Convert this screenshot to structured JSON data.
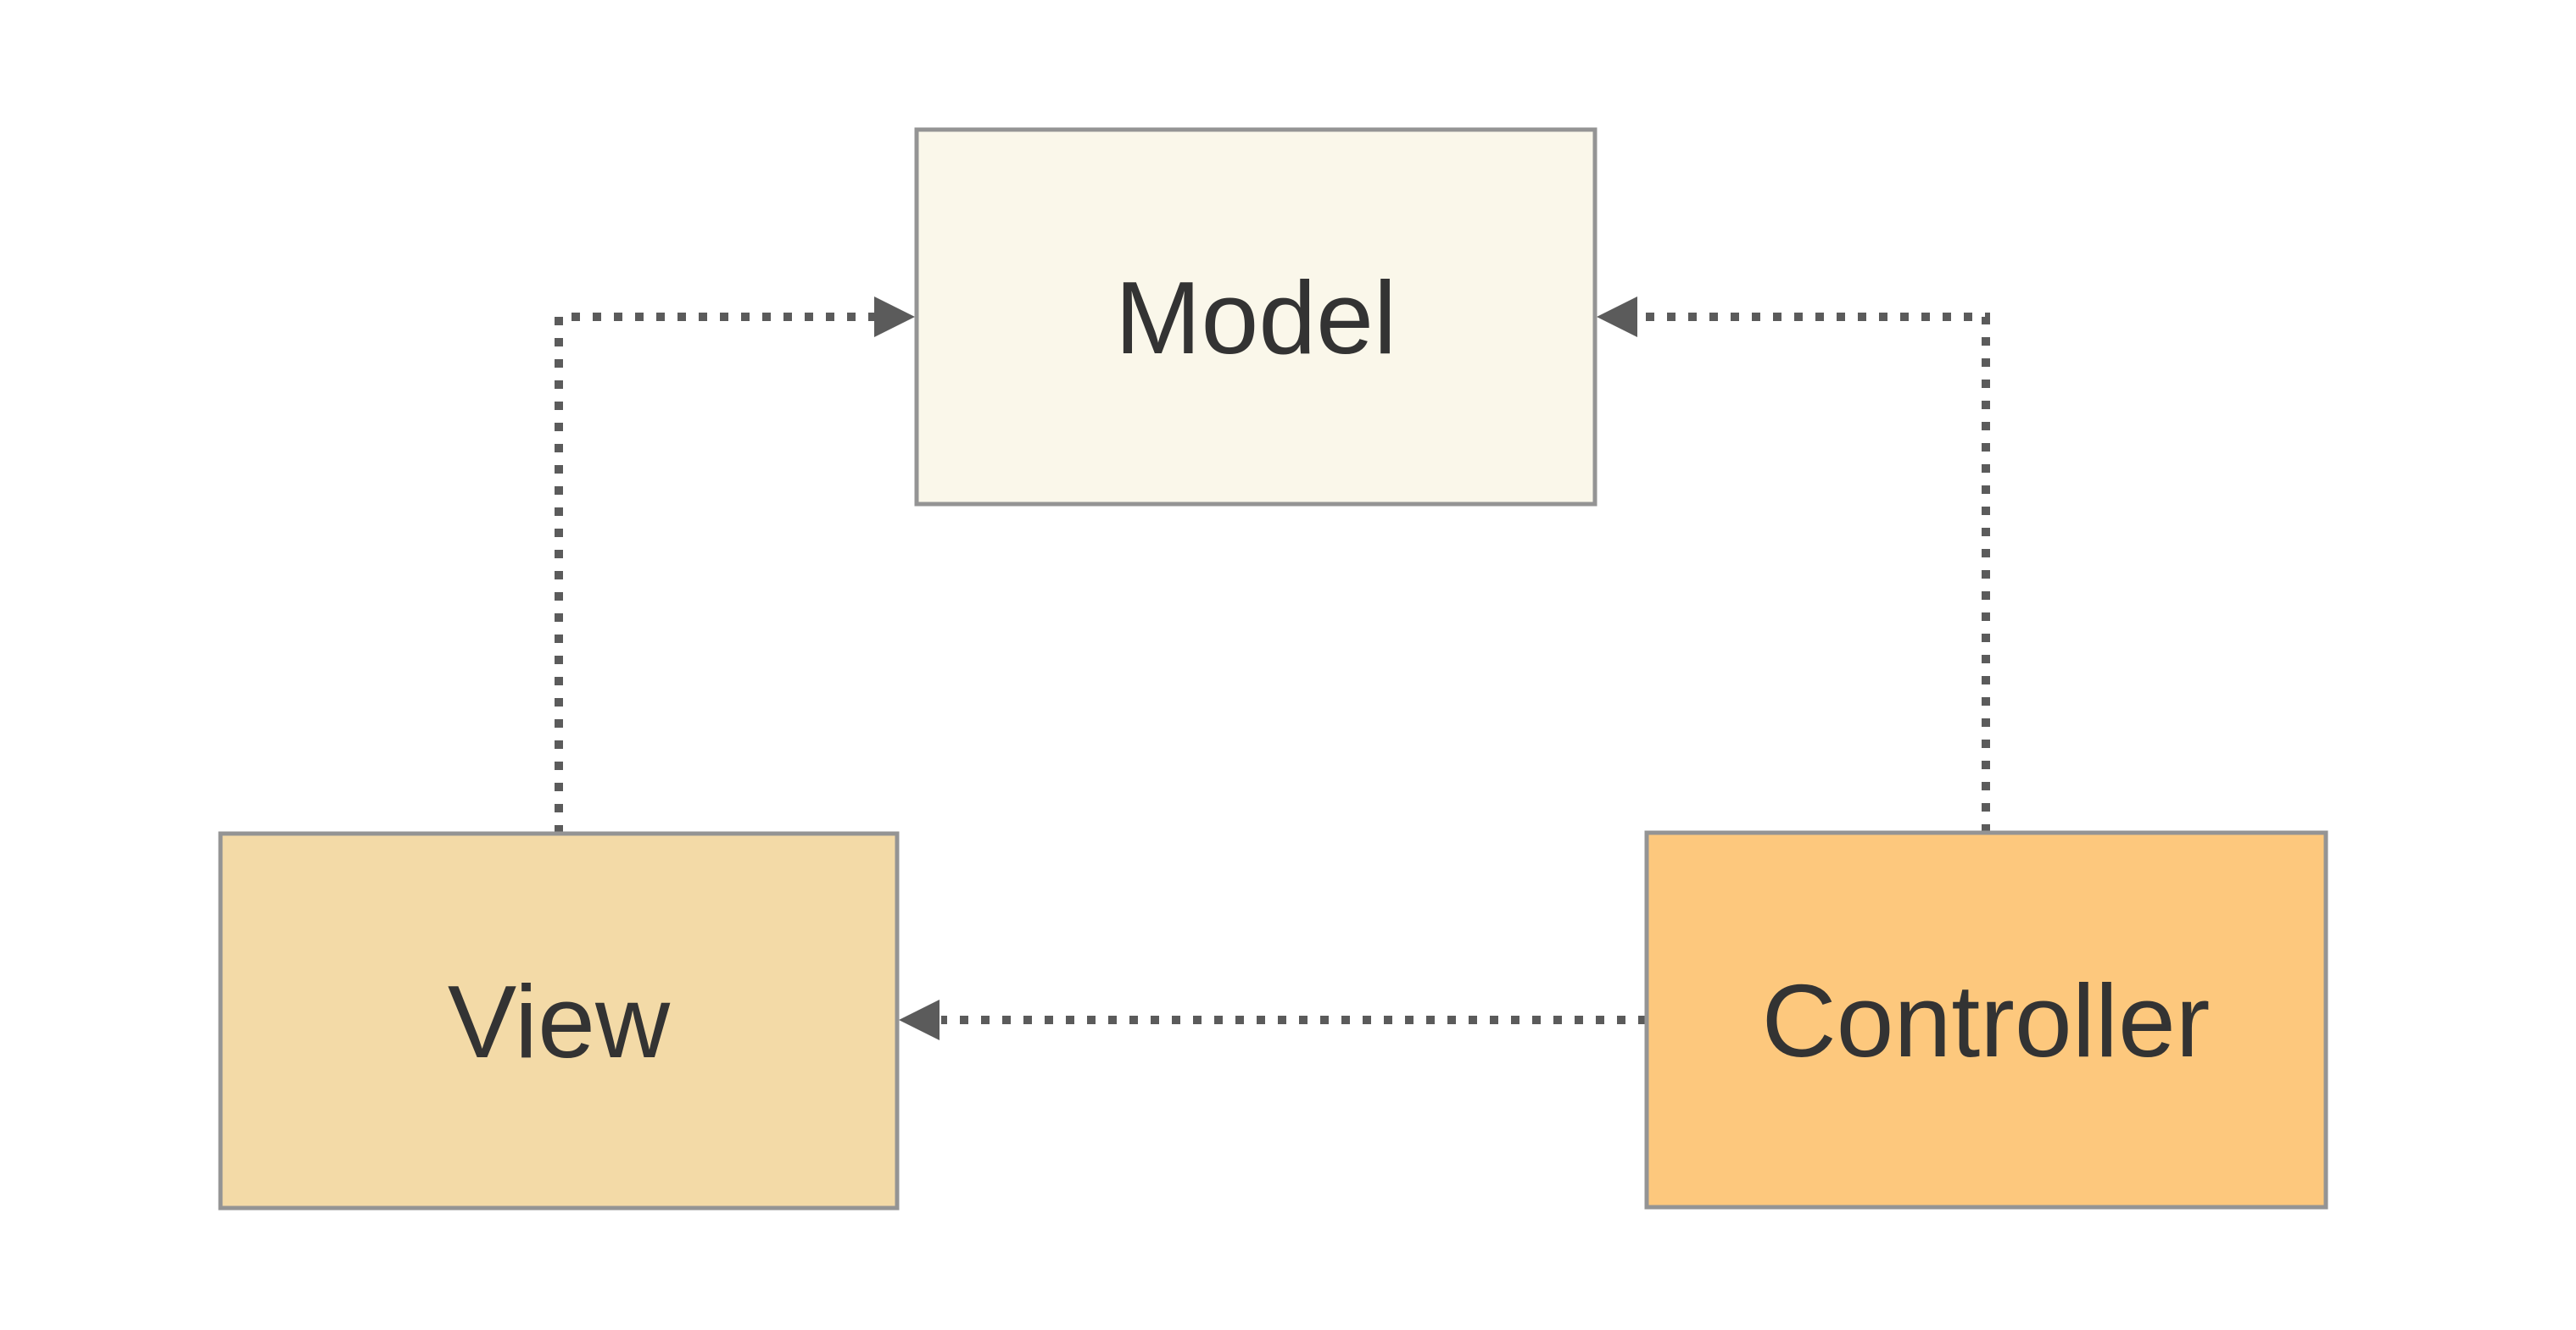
{
  "diagram": {
    "type": "mvc-architecture-diagram",
    "background_color": "#ffffff",
    "nodes": {
      "model": {
        "label": "Model",
        "fill": "#FAF7EA",
        "border_color": "#949494",
        "text_color": "#333333"
      },
      "view": {
        "label": "View",
        "fill": "#F3DAA7",
        "border_color": "#949494",
        "text_color": "#333333"
      },
      "controller": {
        "label": "Controller",
        "fill": "#FDC87D",
        "border_color": "#949494",
        "text_color": "#333333"
      }
    },
    "edges": [
      {
        "id": "view-to-model",
        "from": "View",
        "to": "Model",
        "line_style": "dotted",
        "arrow": "into-model-left-side",
        "color": "#5B5B5B"
      },
      {
        "id": "controller-to-model",
        "from": "Controller",
        "to": "Model",
        "line_style": "dotted",
        "arrow": "into-model-right-side",
        "color": "#5B5B5B"
      },
      {
        "id": "controller-to-view",
        "from": "Controller",
        "to": "View",
        "line_style": "dotted",
        "arrow": "into-view-right-side",
        "color": "#5B5B5B"
      }
    ]
  }
}
